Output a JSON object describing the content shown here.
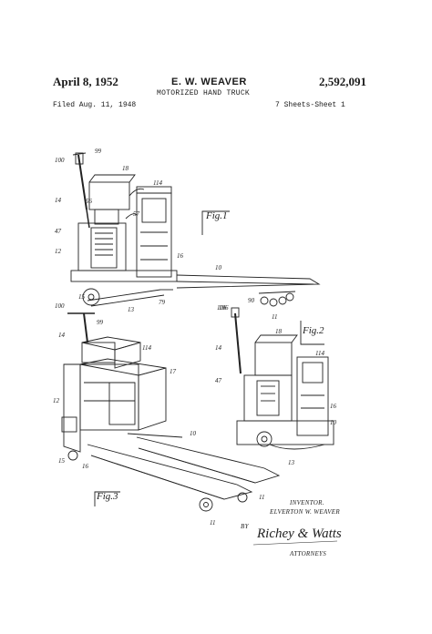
{
  "header": {
    "date": "April 8, 1952",
    "inventor": "E. W. WEAVER",
    "patent_number": "2,592,091",
    "title": "MOTORIZED HAND TRUCK",
    "filed": "Filed Aug. 11, 1948",
    "sheets": "7 Sheets-Sheet 1"
  },
  "figures": {
    "fig1": "Fig.1",
    "fig2": "Fig.2",
    "fig3": "Fig.3"
  },
  "labels_fig1": [
    "100",
    "99",
    "18",
    "114",
    "14",
    "56",
    "57",
    "47",
    "12",
    "16",
    "10",
    "15",
    "13",
    "79",
    "106",
    "90",
    "11"
  ],
  "labels_fig2": [
    "106",
    "14",
    "18",
    "114",
    "47",
    "16",
    "10",
    "13"
  ],
  "labels_fig3": [
    "100",
    "99",
    "14",
    "114",
    "17",
    "12",
    "10",
    "15",
    "16",
    "11",
    "11"
  ],
  "signature": {
    "inventor_caption": "INVENTOR.",
    "inventor_full": "ELVERTON W. WEAVER",
    "by": "BY",
    "handwriting": "Richey & Watts",
    "attorneys": "ATTORNEYS"
  }
}
